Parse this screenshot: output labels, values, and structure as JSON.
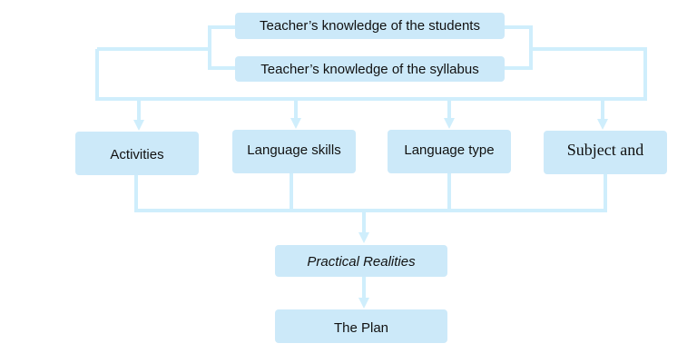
{
  "nodes": {
    "students": "Teacher’s knowledge of the students",
    "syllabus": "Teacher’s knowledge of the syllabus",
    "activities": "Activities",
    "skills": "Language skills",
    "type": "Language type",
    "subject": "Subject and",
    "realities": "Practical Realities",
    "plan": "The Plan"
  },
  "colors": {
    "connector": "#cfeefc",
    "box_fill": "#cce9f9"
  }
}
